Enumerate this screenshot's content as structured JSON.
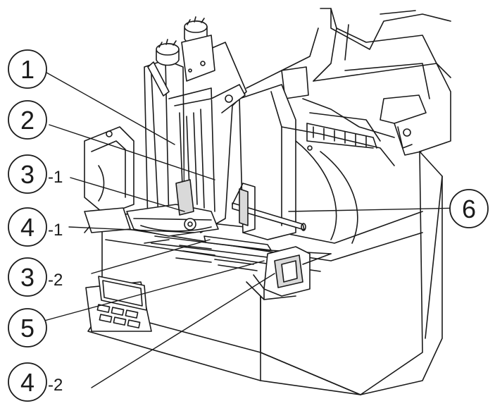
{
  "callouts": [
    {
      "number": "1",
      "suffix": ""
    },
    {
      "number": "2",
      "suffix": ""
    },
    {
      "number": "3",
      "suffix": "-1"
    },
    {
      "number": "4",
      "suffix": "-1"
    },
    {
      "number": "3",
      "suffix": "-2"
    },
    {
      "number": "5",
      "suffix": ""
    },
    {
      "number": "4",
      "suffix": "-2"
    },
    {
      "number": "6",
      "suffix": ""
    }
  ],
  "colors": {
    "line": "#1a1a1a",
    "fill": "#ffffff",
    "shade": "#d9d9d9"
  }
}
